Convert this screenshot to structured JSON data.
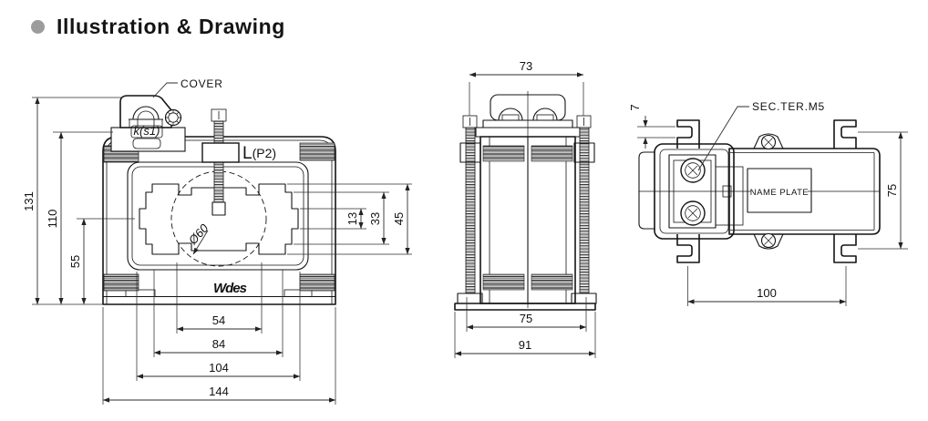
{
  "header": {
    "title": "Illustration & Drawing",
    "bullet_color": "#9c9c9c"
  },
  "front_view": {
    "labels": {
      "cover": "COVER",
      "primary_main": "L",
      "primary_sub": "(P2)",
      "seal": "k(s1)",
      "aperture_diameter": "Ø60",
      "logo": "Wdes"
    },
    "dims": {
      "total_height": "131",
      "body_height": "110",
      "center_height": "55",
      "bottom_54": "54",
      "bottom_84": "84",
      "bottom_104": "104",
      "bottom_144": "144",
      "right_13": "13",
      "right_33": "33",
      "right_45": "45"
    }
  },
  "side_view": {
    "dims": {
      "top_width": "73",
      "base_inner": "75",
      "base_outer": "91"
    }
  },
  "top_view": {
    "labels": {
      "sec_terminal": "SEC.TER.M5",
      "name_plate": "NAME PLATE"
    },
    "dims": {
      "hook_slot": "7",
      "depth": "75",
      "hook_span": "100"
    }
  }
}
